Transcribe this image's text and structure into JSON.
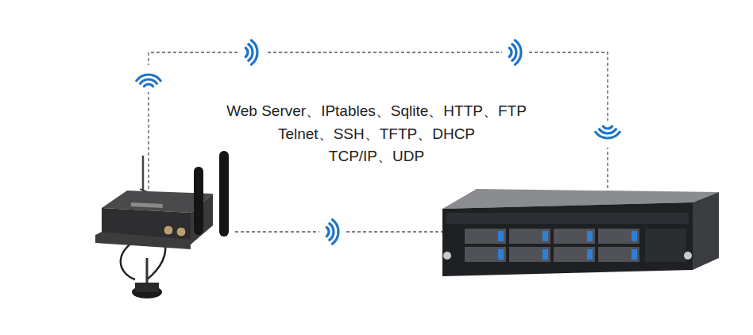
{
  "diagram": {
    "labels": [
      "Web Server、IPtables、Sqlite、HTTP、FTP",
      "Telnet、SSH、TFTP、DHCP",
      "TCP/IP、UDP"
    ]
  }
}
